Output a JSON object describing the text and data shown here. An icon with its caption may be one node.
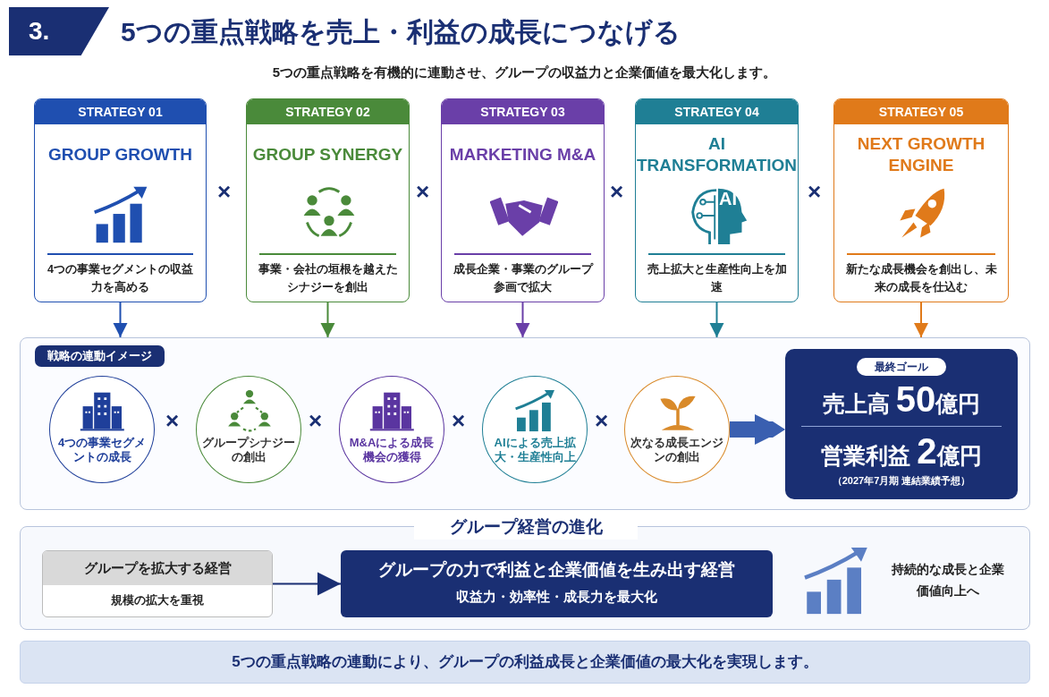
{
  "diagram": {
    "title": "5つの重点戦略を売上・利益の成長につなげる",
    "nodes": [
      {
        "text": [
          "STRATEGY 01",
          "GROUP GROWTH",
          "4つの事業セグメントの収益力を高める"
        ]
      },
      {
        "text": [
          "STRATEGY 02",
          "GROUP SYNERGY",
          "事業・会社の垣根を越えたシナジーを創出"
        ]
      },
      {
        "text": [
          "STRATEGY 03",
          "MARKETING M&A",
          "成長企業・事業のグループ参画で拡大"
        ]
      },
      {
        "text": [
          "STRATEGY 04",
          "AI TRANSFORMATION",
          "売上拡大と生産性向上を加速"
        ]
      },
      {
        "text": [
          "STRATEGY 05",
          "NEXT GROWTH ENGINE",
          "新たな成長機会を創出し、未来の成長を仕込む"
        ]
      },
      {
        "text": [
          "戦略の連動イメージ"
        ]
      },
      {
        "text": [
          "4つの事業セグメントの成長"
        ],
        "in": 5
      },
      {
        "text": [
          "グループシナジーの創出"
        ],
        "in": 5
      },
      {
        "text": [
          "M&Aによる成長機会の獲得"
        ],
        "in": 5
      },
      {
        "text": [
          "AIによる売上拡大・生産性向上"
        ],
        "in": 5
      },
      {
        "text": [
          "次なる成長エンジンの創出"
        ],
        "in": 5
      },
      {
        "text": [
          "最終ゴール",
          "売上高 50億円",
          "営業利益 2億円",
          "（2027年7月期 連結業績予想）"
        ],
        "in": 5
      },
      {
        "text": [
          "グループ経営の進化"
        ]
      },
      {
        "text": [
          "グループを拡大する経営",
          "規模の拡大を重視"
        ],
        "in": 12
      },
      {
        "text": [
          "グループの力で利益と企業価値を生み出す経営",
          "収益力・効率性・成長力を最大化"
        ],
        "in": 12
      },
      {
        "text": [
          "5つの重点戦略の連動により、グループの利益成長と企業価値の最大化を実現します。"
        ]
      }
    ],
    "edges": [
      {
        "from": 0,
        "to": 5,
        "arrow": "to",
        "color": "#1f4fb0"
      },
      {
        "from": 1,
        "to": 5,
        "arrow": "to",
        "color": "#4a8a3a"
      },
      {
        "from": 2,
        "to": 5,
        "arrow": "to",
        "color": "#6a3fa8"
      },
      {
        "from": 3,
        "to": 5,
        "arrow": "to",
        "color": "#1f7f95"
      },
      {
        "from": 4,
        "to": 5,
        "arrow": "to",
        "color": "#e07a1a"
      },
      {
        "from": 10,
        "to": 11,
        "arrow": "to",
        "style": "thick",
        "color": "#3a5fb0"
      },
      {
        "from": 13,
        "to": 14,
        "arrow": "to"
      }
    ],
    "labels": [
      "3.",
      "5つの重点戦略を有機的に連動させ、グループの収益力と企業価値を最大化します。",
      "×",
      "×",
      "×",
      "×",
      "AI",
      "×",
      "×",
      "×",
      "×",
      "持続的な成長と企業価値向上へ"
    ]
  }
}
